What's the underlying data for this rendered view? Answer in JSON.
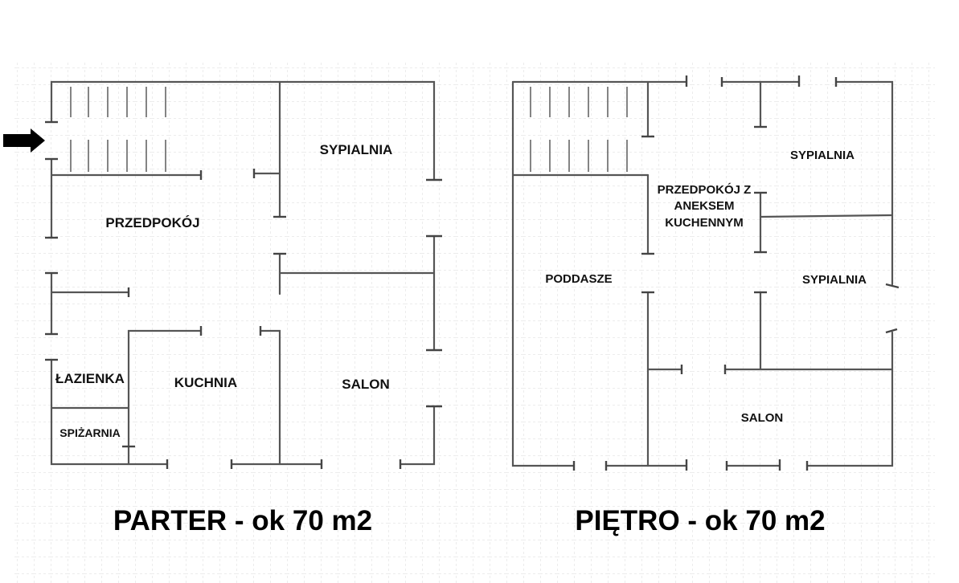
{
  "parter": {
    "title": "PARTER - ok 70 m2",
    "rooms": {
      "sypialnia": "SYPIALNIA",
      "przedpokoj": "PRZEDPOKÓJ",
      "lazienka": "ŁAZIENKA",
      "kuchnia": "KUCHNIA",
      "salon": "SALON",
      "spizarnia": "SPIŻARNIA"
    }
  },
  "pietro": {
    "title": "PIĘTRO - ok 70 m2",
    "rooms": {
      "sypialnia_1": "SYPIALNIA",
      "przedpokoj_line1": "PRZEDPOKÓJ Z",
      "przedpokoj_line2": "ANEKSEM",
      "przedpokoj_line3": "KUCHENNYM",
      "poddasze": "PODDASZE",
      "sypialnia_2": "SYPIALNIA",
      "salon": "SALON"
    }
  },
  "icons": {
    "entrance": "arrow-right-icon"
  },
  "colors": {
    "background": "#ffffff",
    "grid": "#d9d9d9",
    "walls": "#555555",
    "text": "#000000"
  }
}
